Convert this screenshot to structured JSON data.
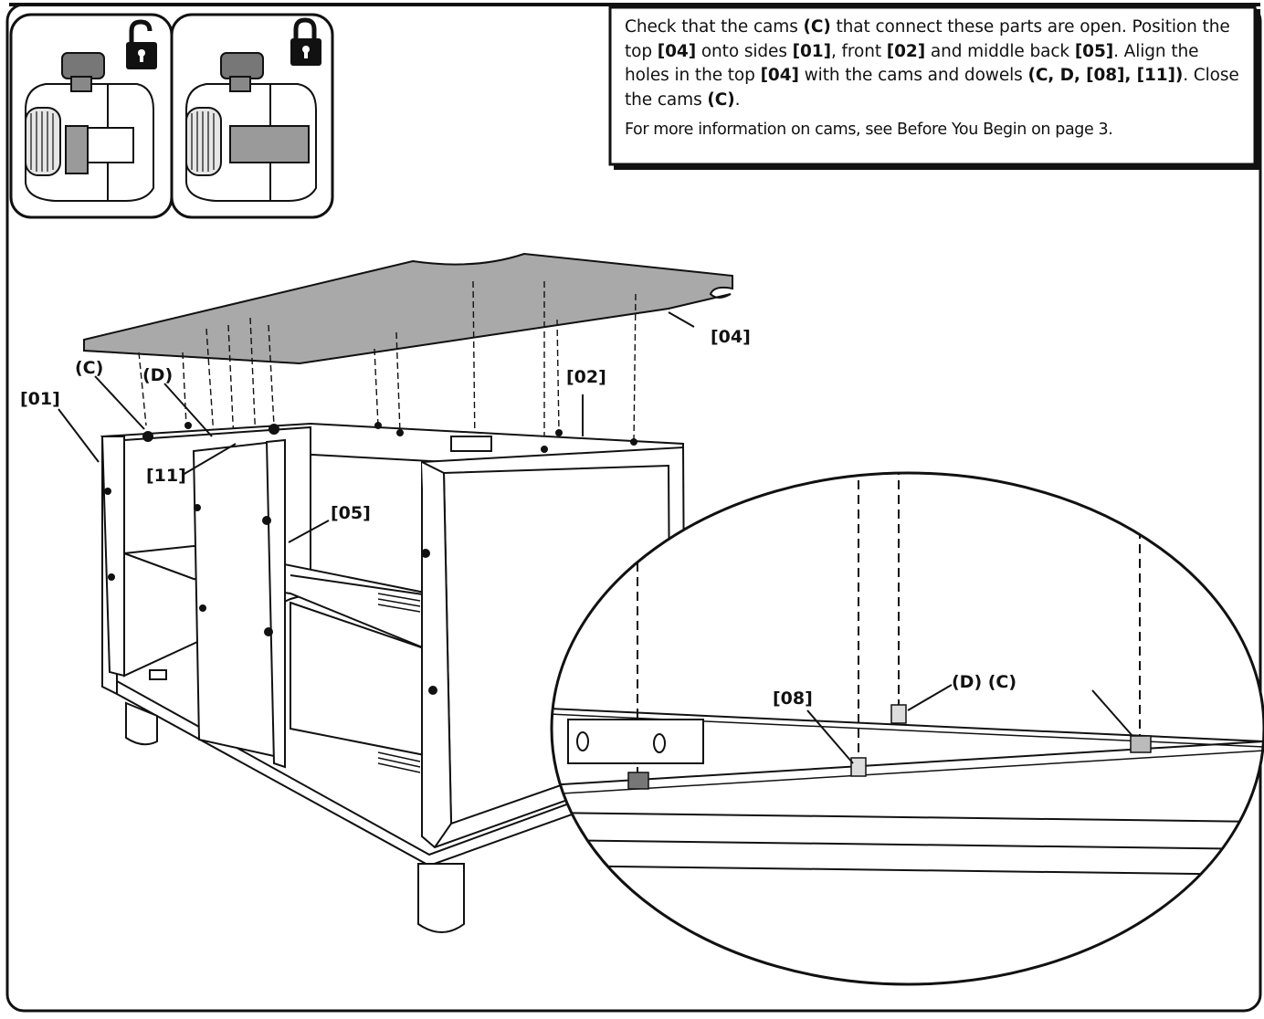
{
  "instructions": {
    "t1": "Check that the cams ",
    "b1": "(C)",
    "t2": " that connect these parts are open. Position the top ",
    "b2": "[04]",
    "t3": " onto sides ",
    "b3": "[01]",
    "t4": ", front ",
    "b4": "[02]",
    "t5": " and middle back ",
    "b5": "[05]",
    "t6": ". Align the holes in the top ",
    "b6": "[04]",
    "t7": " with the cams and dowels ",
    "b7": "(C, D, [08], [11])",
    "t8": ". Close the cams ",
    "b8": "(C)",
    "t9": ".",
    "note": "For more information on cams, see Before You Begin on page 3."
  },
  "labels": {
    "top": "[04]",
    "front": "[02]",
    "side": "[01]",
    "cam": "(C)",
    "dowel": "(D)",
    "dowel_small": "[11]",
    "middle_back": "[05]",
    "zoom_dowel": "[08]",
    "zoom_cam_dowel": "(D) (C)"
  },
  "icons": {
    "cam_unlocked": "unlocked-padlock-icon",
    "cam_locked": "locked-padlock-icon"
  },
  "colors": {
    "panel_gray": "#a9a9a9",
    "line": "#111111"
  }
}
